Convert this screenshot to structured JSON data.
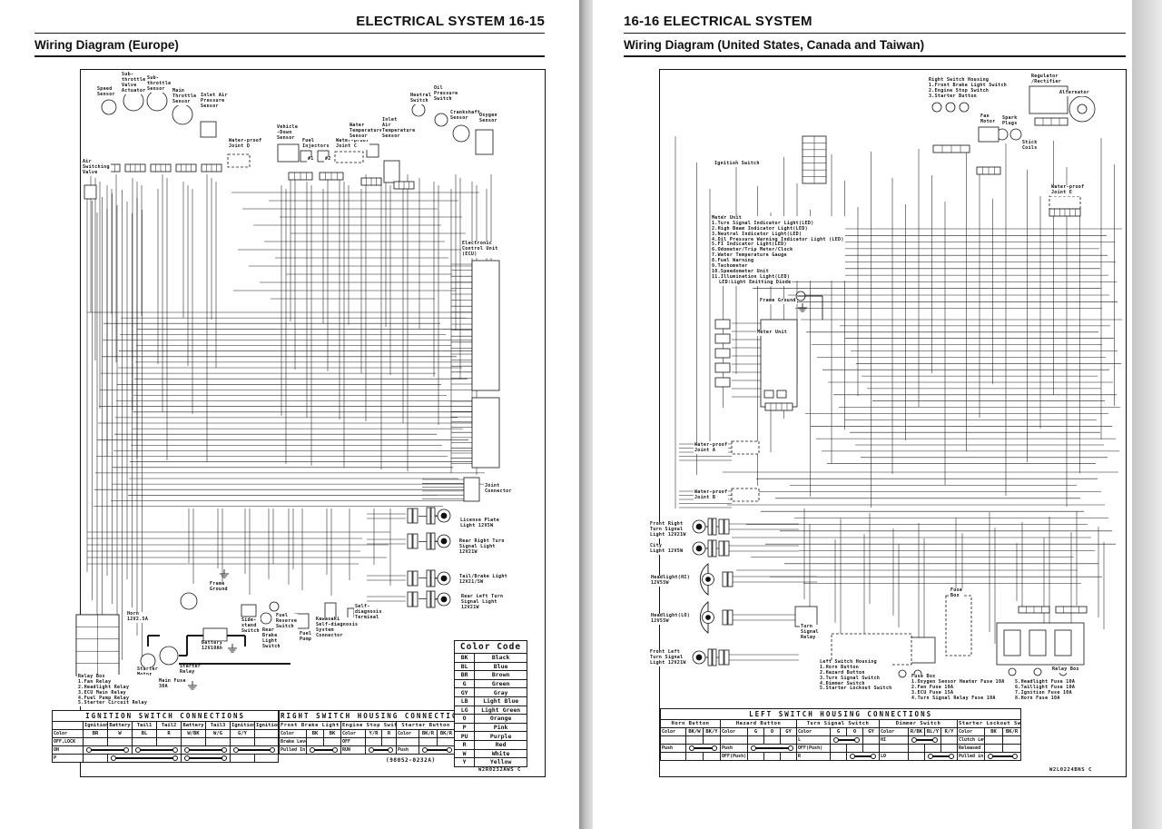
{
  "left_page": {
    "header": "ELECTRICAL SYSTEM 16-15",
    "title": "Wiring Diagram (Europe)",
    "doc_code": "W2R0232AWS  C",
    "labels": [
      [
        "Speed\nSensor",
        106,
        96
      ],
      [
        "Sub-\nthrottle\nValve\nActuator",
        133,
        80
      ],
      [
        "Sub-\nthrottle\nSensor",
        161,
        84
      ],
      [
        "Main\nThrottle\nSensor",
        189,
        98
      ],
      [
        "Inlet Air\nPressure\nSensor",
        220,
        103
      ],
      [
        "Air\nSwitching\nValve",
        90,
        176
      ],
      [
        "Water-proof\nJoint D",
        251,
        153
      ],
      [
        "Vehicle\n-Down\nSensor",
        304,
        138
      ],
      [
        "Fuel\nInjectors",
        332,
        153
      ],
      [
        "#1",
        338,
        173
      ],
      [
        "#2",
        357,
        173
      ],
      [
        "Water-proof\nJoint C",
        369,
        153
      ],
      [
        "Water\nTemperature\nSensor",
        384,
        136
      ],
      [
        "Inlet\nAir\nTemperature\nSensor",
        420,
        130
      ],
      [
        "Neutral\nSwitch",
        451,
        103
      ],
      [
        "Oil\nPressure\nSwitch",
        477,
        95
      ],
      [
        "Crankshaft\nSensor",
        495,
        122
      ],
      [
        "Oxygen\nSensor",
        527,
        125
      ],
      [
        "Electronic\nControl Unit\n(ECU)",
        508,
        266
      ],
      [
        "Joint\nConnector",
        533,
        533
      ],
      [
        "License Plate\nLight 12V5W",
        506,
        571
      ],
      [
        "Rear Right Turn\nSignal Light\n12V21W",
        505,
        594
      ],
      [
        "Tail/Brake Light\n12V21/5W",
        505,
        633
      ],
      [
        "Rear Left Turn\nSignal Light\n12V21W",
        507,
        655
      ],
      [
        "Horn\n12V2.5A",
        139,
        674
      ],
      [
        "Frame\nGround",
        230,
        641
      ],
      [
        "Side-\nstand\nSwitch",
        265,
        681
      ],
      [
        "Fuel\nReserve\nSwitch",
        303,
        676
      ],
      [
        "Rear\nBrake\nLight\nSwitch",
        288,
        692
      ],
      [
        "Fuel\nPump",
        329,
        696
      ],
      [
        "Kawasaki\nSelf-diagnosis\nSystem\nConnector",
        347,
        680
      ],
      [
        "Self-\ndiagnosis\nTerminal",
        390,
        666
      ],
      [
        "Battery\n12V10Ah",
        221,
        706
      ],
      [
        "Starter\nMotor",
        150,
        735
      ],
      [
        "Starter\nRelay",
        197,
        732
      ],
      [
        "Main Fuse\n30A",
        174,
        748
      ],
      [
        "Relay Box\n1.Fan Relay\n2.Headlight Relay\n3.ECU Main Relay\n4.Fuel Pump Relay\n5.Starter Circuit Relay",
        85,
        743
      ]
    ]
  },
  "right_page": {
    "header": "16-16 ELECTRICAL SYSTEM",
    "title": "Wiring Diagram (United States, Canada and Taiwan)",
    "doc_code": "W2L0224BNS  C",
    "labels": [
      [
        "Right Switch Housing\n1.Front Brake Light Switch\n2.Engine Stop Switch\n3.Starter Button",
        1022,
        86
      ],
      [
        "Regulator\n/Rectifier",
        1135,
        82
      ],
      [
        "Alternator",
        1166,
        100
      ],
      [
        "Fan\nMotor",
        1079,
        126
      ],
      [
        "Spark\nPlugs",
        1103,
        128
      ],
      [
        "Stick\nCoils",
        1125,
        155
      ],
      [
        "Ignition Switch",
        786,
        178
      ],
      [
        "Water-proof\nJoint E",
        1157,
        204
      ],
      [
        "Meter Unit\n1.Turn Signal Indicator Light(LED)\n2.High Beam Indicator Light(LED)\n3.Neutral Indicator Light(LED)\n4.Oil Pressure Warning Indicator Light (LED)\n5.FI Indicator Light(LED)\n6.Odometer/Trip Meter/Clock\n7.Water Temperature Gauge\n8.Fuel Warning\n9.Tachometer\n10.Speedometer Unit\n11.Illumination Light(LED)",
        783,
        238
      ],
      [
        "LED:Light Emitting Diode",
        791,
        309
      ],
      [
        "Frame Ground",
        836,
        329
      ],
      [
        "Meter Unit",
        833,
        364
      ],
      [
        "Water-proof\nJoint A",
        764,
        488
      ],
      [
        "Water-proof\nJoint B",
        764,
        540
      ],
      [
        "Front Right\nTurn Signal\nLight 12V21W",
        715,
        575
      ],
      [
        "City\nLight 12V5W",
        715,
        599
      ],
      [
        "Headlight(HI)\n12V55W",
        716,
        634
      ],
      [
        "Headlight(LO)\n12V55W",
        716,
        676
      ],
      [
        "Front Left\nTurn Signal\nLight 12V21W",
        715,
        716
      ],
      [
        "Turn\nSignal\nRelay",
        881,
        688
      ],
      [
        "Left Switch Housing\n1.Horn Button\n2.Hazard Button\n3.Turn Signal Switch\n4.Dimmer Switch\n5.Starter Lockout Switch",
        902,
        727
      ],
      [
        "Fuse\nBox",
        1046,
        648
      ],
      [
        "Fuse Box\n1.Oxygen Sensor Heater Fuse 10A\n2.Fan Fuse 10A\n3.ECU Fuse 15A\n4.Turn Signal Relay Fuse 10A",
        1003,
        743
      ],
      [
        "5.Headlight Fuse 10A\n6.Taillight Fuse 10A\n7.Ignition Fuse 10A\n8.Horn Fuse 10A",
        1117,
        749
      ],
      [
        "Relay Box",
        1158,
        735
      ]
    ]
  },
  "ignition_table": {
    "title": "IGNITION SWITCH CONNECTIONS",
    "color_row_label": "Color",
    "terminals": [
      "Ignition",
      "Battery",
      "Tail1",
      "Tail2",
      "Battery",
      "Tail3",
      "Ignition",
      "Ignition"
    ],
    "colors": [
      "BR",
      "W",
      "BL",
      "R",
      "W/BK",
      "W/G",
      "G/Y",
      ""
    ],
    "rows": [
      {
        "label": "OFF,LOCK",
        "bars": []
      },
      {
        "label": "ON",
        "bars": [
          [
            0,
            1
          ],
          [
            2,
            3
          ],
          [
            4,
            5
          ],
          [
            6,
            7
          ]
        ]
      },
      {
        "label": "P",
        "bars": [
          [
            1,
            3
          ],
          [
            4,
            5
          ]
        ]
      }
    ]
  },
  "right_switch_table": {
    "title": "RIGHT SWITCH HOUSING CONNECTIONS",
    "part_number": "(98052-0232A)",
    "groups": [
      {
        "name": "Front Brake Light Switch",
        "colors": [
          "BK",
          "BK"
        ],
        "rows": [
          {
            "label": "Brake Lever"
          },
          {
            "label": "Pulled In",
            "bar": [
              0,
              1
            ]
          }
        ]
      },
      {
        "name": "Engine Stop  Switch",
        "colors": [
          "Y/R",
          "R"
        ],
        "rows": [
          {
            "label": "OFF"
          },
          {
            "label": "RUN",
            "bar": [
              0,
              1
            ]
          }
        ]
      },
      {
        "name": "Starter Button",
        "colors": [
          "BK/R",
          "BK/R"
        ],
        "rows": [
          {
            "label": ""
          },
          {
            "label": "Push",
            "bar": [
              0,
              1
            ]
          }
        ]
      }
    ]
  },
  "left_switch_table": {
    "title": "LEFT SWITCH HOUSING CONNECTIONS",
    "groups": [
      {
        "name": "Horn Button",
        "colors": [
          "BK/W",
          "BK/Y"
        ],
        "rows": [
          {
            "label": ""
          },
          {
            "label": "Push",
            "bar": [
              0,
              1
            ]
          },
          {
            "label": ""
          }
        ]
      },
      {
        "name": "Hazard Button",
        "colors": [
          "G",
          "O",
          "GY"
        ],
        "rows": [
          {
            "label": ""
          },
          {
            "label": "Push",
            "bar": [
              0,
              2
            ]
          },
          {
            "label": "OFF(Push)"
          }
        ]
      },
      {
        "name": "Turn Signal Switch",
        "colors": [
          "G",
          "O",
          "GY"
        ],
        "rows": [
          {
            "label": "L",
            "bar": [
              0,
              1
            ]
          },
          {
            "label": "OFF(Push)"
          },
          {
            "label": "R",
            "bar": [
              1,
              2
            ]
          }
        ]
      },
      {
        "name": "Dimmer Switch",
        "colors": [
          "R/BK",
          "BL/Y",
          "R/Y"
        ],
        "rows": [
          {
            "label": "HI",
            "bar": [
              0,
              1
            ]
          },
          {
            "label": ""
          },
          {
            "label": "LO",
            "bar": [
              1,
              2
            ]
          }
        ]
      },
      {
        "name": "Starter Lockout Switch",
        "colors": [
          "BK",
          "BK/R"
        ],
        "rows": [
          {
            "label": "Clutch Lever"
          },
          {
            "label": "Released"
          },
          {
            "label": "Pulled in",
            "bar": [
              0,
              1
            ]
          }
        ]
      }
    ]
  },
  "color_code": {
    "title": "Color Code",
    "rows": [
      [
        "BK",
        "Black"
      ],
      [
        "BL",
        "Blue"
      ],
      [
        "BR",
        "Brown"
      ],
      [
        "G",
        "Green"
      ],
      [
        "GY",
        "Gray"
      ],
      [
        "LB",
        "Light Blue"
      ],
      [
        "LG",
        "Light Green"
      ],
      [
        "O",
        "Orange"
      ],
      [
        "P",
        "Pink"
      ],
      [
        "PU",
        "Purple"
      ],
      [
        "R",
        "Red"
      ],
      [
        "W",
        "White"
      ],
      [
        "Y",
        "Yellow"
      ]
    ]
  },
  "colors": {
    "ink": "#1a1a1a",
    "paper": "#ffffff",
    "gutter": "#b5b5b5"
  }
}
